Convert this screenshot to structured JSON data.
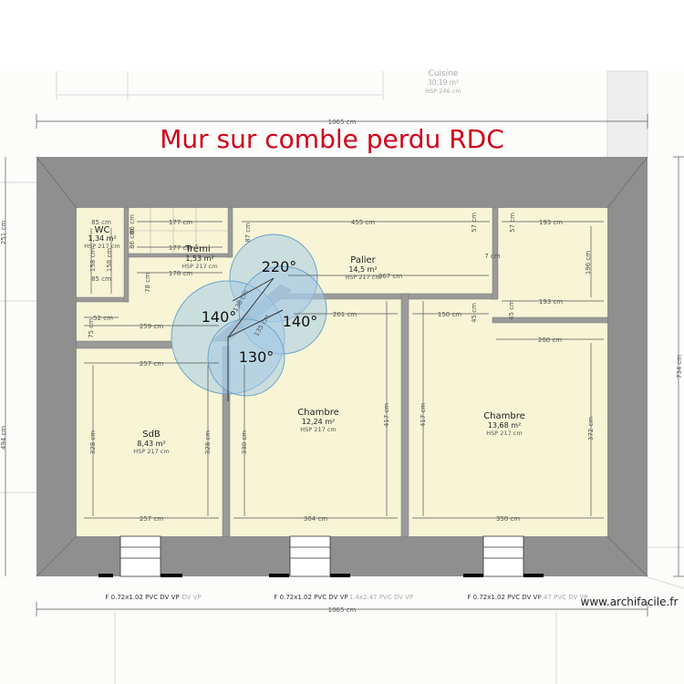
{
  "title": "Mur sur comble perdu RDC",
  "watermark": "www.archifacile.fr",
  "colors": {
    "title": "#d0021b",
    "wall": "#8f8f8f",
    "room_fill": "#f7f5d6",
    "door_arc": "#a7cbe6",
    "dim_line": "#555555"
  },
  "background_room": {
    "name": "Cuisine",
    "area": "30,19 m²",
    "hsp": "HSP 246 cm"
  },
  "overall_dims": {
    "top": "1065 cm",
    "bottom": "1065 cm",
    "right": "734 cm",
    "left_segments": [
      "251 cm",
      "494 cm"
    ]
  },
  "rooms": [
    {
      "id": "wc",
      "name": "WC",
      "area": "1,34 m²",
      "hsp": "HSP 217 cm"
    },
    {
      "id": "tremi",
      "name": "Trémi",
      "area": "1,53 m²",
      "hsp": "HSP 217 cm"
    },
    {
      "id": "palier",
      "name": "Palier",
      "area": "14,5 m²",
      "hsp": "HSP 217 cm"
    },
    {
      "id": "sdb",
      "name": "SdB",
      "area": "8,43 m²",
      "hsp": "HSP 217 cm"
    },
    {
      "id": "chambre1",
      "name": "Chambre",
      "area": "12,24 m²",
      "hsp": "HSP 217 cm"
    },
    {
      "id": "chambre2",
      "name": "Chambre",
      "area": "13,68 m²",
      "hsp": "HSP 217 cm"
    }
  ],
  "angles": [
    "220°",
    "140°",
    "140°",
    "130°"
  ],
  "dims": {
    "wc_w": "85 cm",
    "wc_h1": "158 cm",
    "wc_h2": "158 cm",
    "wc_w2": "85 cm",
    "tremi_w1": "177 cm",
    "tremi_w2": "177 cm",
    "tremi_h1": "86 cm",
    "tremi_h2": "86 cm",
    "tremi_w3": "178 cm",
    "tremi_h3": "78 cm",
    "tremi_h4": "87 cm",
    "palier_top": "455 cm",
    "palier_57a": "57 cm",
    "palier_57b": "57 cm",
    "palier_193a": "193 cm",
    "palier_193b": "193 cm",
    "palier_196": "196 cm",
    "palier_7": "7 cm",
    "palier_367": "367 cm",
    "palier_201": "201 cm",
    "palier_150": "150 cm",
    "palier_45a": "45 cm",
    "palier_45b": "45 cm",
    "palier_200": "200 cm",
    "diag_1": "138 cm",
    "diag_2": "135 cm",
    "hall_52": "52 cm",
    "hall_75": "75 cm",
    "hall_259": "259 cm",
    "sdb_top": "257 cm",
    "sdb_bot": "257 cm",
    "sdb_l": "328 cm",
    "sdb_r": "328 cm",
    "ch1_l": "330 cm",
    "ch1_r": "417 cm",
    "ch1_bot": "304 cm",
    "ch2_l": "417 cm",
    "ch2_r": "372 cm",
    "ch2_bot": "350 cm"
  },
  "windows": [
    {
      "label": "F 0.72x1.02 PVC DV VP",
      "ghost": "DV VP"
    },
    {
      "label": "F 0.72x1.02 PVC DV VP",
      "ghost": "1.4x2.47 PVC DV VP"
    },
    {
      "label": "F 0.72x1.02 PVC DV VP",
      "ghost": "2.47 PVC DV VP"
    }
  ]
}
